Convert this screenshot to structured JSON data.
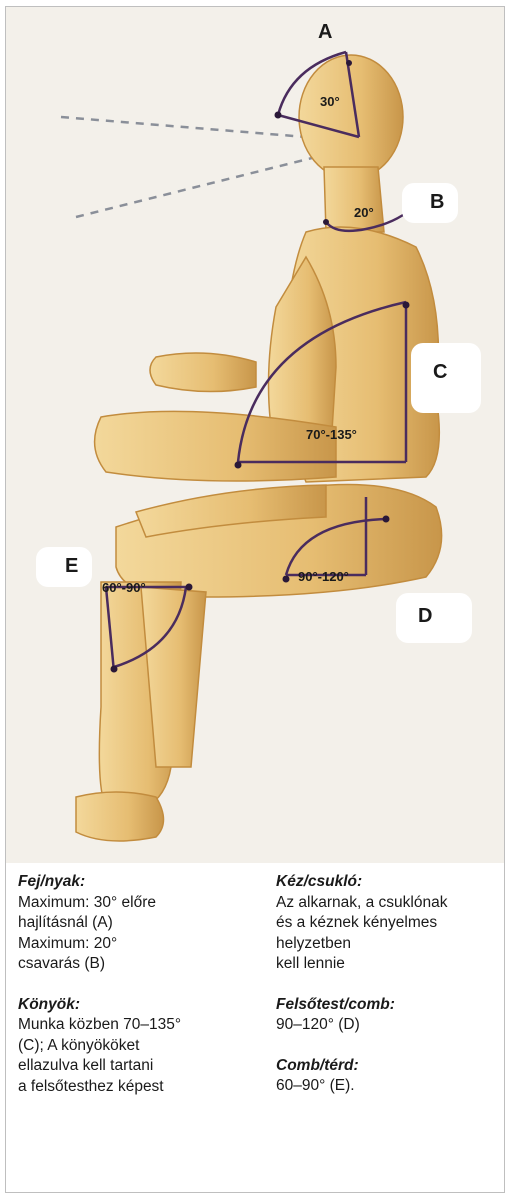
{
  "figure": {
    "labels": {
      "A": "A",
      "B": "B",
      "C": "C",
      "D": "D",
      "E": "E"
    },
    "angles": {
      "A": "30°",
      "B": "20°",
      "C": "70°-135°",
      "D": "90°-120°",
      "E": "60°-90°"
    }
  },
  "left_column": [
    {
      "heading": "Fej/nyak:",
      "lines": [
        "Maximum: 30° előre",
        "hajlításnál (A)",
        "Maximum: 20°",
        "csavarás (B)"
      ]
    },
    {
      "heading": "Könyök:",
      "lines": [
        "Munka közben 70–135°",
        "(C); A könyököket",
        "ellazulva kell tartani",
        "a felsőtesthez képest"
      ]
    }
  ],
  "right_column": [
    {
      "heading": "Kéz/csukló:",
      "lines": [
        "Az alkarnak, a csuklónak",
        "és a kéznek kényelmes",
        "helyzetben",
        "kell lennie"
      ]
    },
    {
      "heading": "Felsőtest/comb:",
      "lines": [
        "90–120° (D)"
      ]
    },
    {
      "heading": "Comb/térd:",
      "lines": [
        "60–90° (E)."
      ]
    }
  ],
  "colors": {
    "body": "#e8c27a",
    "body_shade": "#c99a45",
    "angle_line": "#4a2c5e",
    "sight_line": "#8a8f99"
  }
}
